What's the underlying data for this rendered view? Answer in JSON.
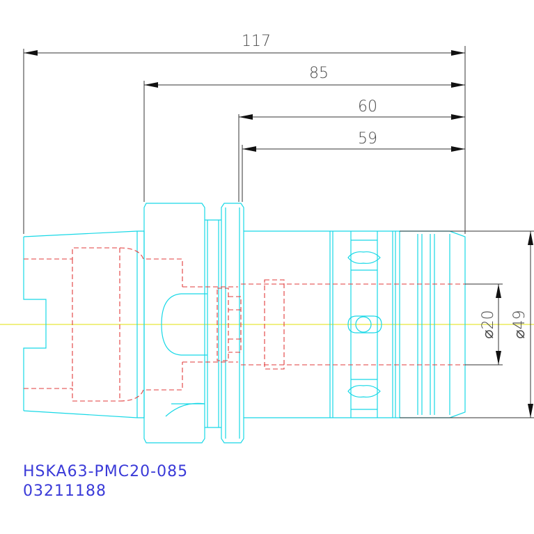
{
  "dimensions": {
    "overall_length": "117",
    "length_85": "85",
    "length_60": "60",
    "length_59": "59",
    "diameter_20": "⌀20",
    "diameter_49": "⌀49"
  },
  "part": {
    "designation": "HSKA63-PMC20-085",
    "number": "03211188"
  },
  "colors": {
    "outline": "#17d8e6",
    "hidden_lines": "#e23b3b",
    "centerline": "#e8e63a",
    "dimension": "#333333",
    "label_text": "#3a3ad8"
  }
}
